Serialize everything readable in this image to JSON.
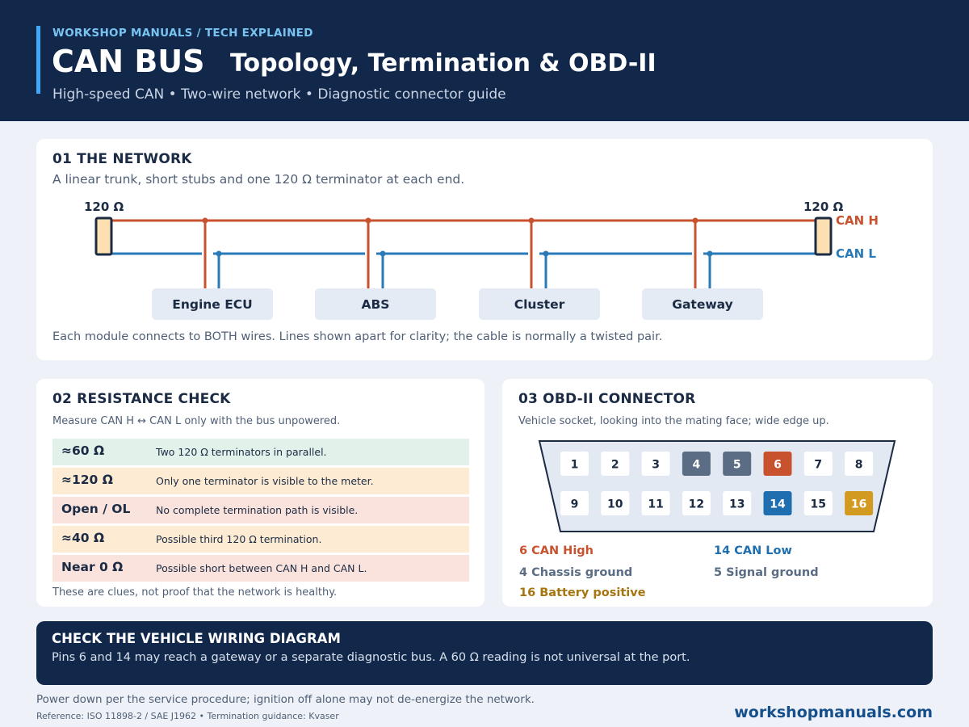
{
  "header": {
    "kicker": "WORKSHOP MANUALS / TECH EXPLAINED",
    "title_main": "CAN BUS",
    "title_sub": "Topology, Termination & OBD-II",
    "tagline": "High-speed CAN • Two-wire network • Diagnostic connector guide"
  },
  "network": {
    "title": "01 THE NETWORK",
    "subtitle": "A linear trunk, short stubs and one 120 Ω terminator at each end.",
    "left_terminator": "120 Ω",
    "right_terminator": "120 Ω",
    "can_h_label": "CAN H",
    "can_l_label": "CAN L",
    "can_h_color": "#c8512e",
    "can_l_color": "#2a7ab8",
    "modules": [
      "Engine ECU",
      "ABS",
      "Cluster",
      "Gateway"
    ],
    "note": "Each module connects to BOTH wires. Lines shown apart for clarity; the cable is normally a twisted pair."
  },
  "resistance": {
    "title": "02 RESISTANCE CHECK",
    "subtitle": "Measure CAN H ↔ CAN L only with the bus unpowered.",
    "rows": [
      {
        "value": "≈60 Ω",
        "desc": "Two 120 Ω terminators in parallel.",
        "color": "#e2f1ea"
      },
      {
        "value": "≈120 Ω",
        "desc": "Only one terminator is visible to the meter.",
        "color": "#fdecd3"
      },
      {
        "value": "Open / OL",
        "desc": "No complete termination path is visible.",
        "color": "#fbe3dd"
      },
      {
        "value": "≈40 Ω",
        "desc": "Possible third 120 Ω termination.",
        "color": "#fdecd3"
      },
      {
        "value": "Near 0 Ω",
        "desc": "Possible short between CAN H and CAN L.",
        "color": "#fbe3dd"
      }
    ],
    "note": "These are clues, not proof that the network is healthy."
  },
  "obd": {
    "title": "03 OBD-II CONNECTOR",
    "subtitle": "Vehicle socket, looking into the mating face; wide edge up.",
    "top_row": [
      {
        "pin": "1",
        "style": "plain"
      },
      {
        "pin": "2",
        "style": "plain"
      },
      {
        "pin": "3",
        "style": "plain"
      },
      {
        "pin": "4",
        "style": "ground"
      },
      {
        "pin": "5",
        "style": "ground"
      },
      {
        "pin": "6",
        "style": "canh"
      },
      {
        "pin": "7",
        "style": "plain"
      },
      {
        "pin": "8",
        "style": "plain"
      }
    ],
    "bottom_row": [
      {
        "pin": "9",
        "style": "plain"
      },
      {
        "pin": "10",
        "style": "plain"
      },
      {
        "pin": "11",
        "style": "plain"
      },
      {
        "pin": "12",
        "style": "plain"
      },
      {
        "pin": "13",
        "style": "plain"
      },
      {
        "pin": "14",
        "style": "canl"
      },
      {
        "pin": "15",
        "style": "plain"
      },
      {
        "pin": "16",
        "style": "battery"
      }
    ],
    "colors": {
      "plain": "#ffffff",
      "ground": "#5a6d84",
      "canh": "#c8512e",
      "canl": "#1f6fb0",
      "battery": "#d39a22"
    },
    "legend": {
      "can_high": "6 CAN High",
      "can_low": "14 CAN Low",
      "chassis": "4 Chassis ground",
      "signal": "5 Signal ground",
      "battery": "16 Battery positive"
    }
  },
  "banner": {
    "title": "CHECK THE VEHICLE WIRING DIAGRAM",
    "text": "Pins 6 and 14 may reach a gateway or a separate diagnostic bus. A 60 Ω reading is not universal at the port."
  },
  "footer": {
    "note": "Power down per the service procedure; ignition off alone may not de-energize the network.",
    "reference": "Reference: ISO 11898-2 / SAE J1962 • Termination guidance: Kvaser",
    "brand": "workshopmanuals.com"
  }
}
